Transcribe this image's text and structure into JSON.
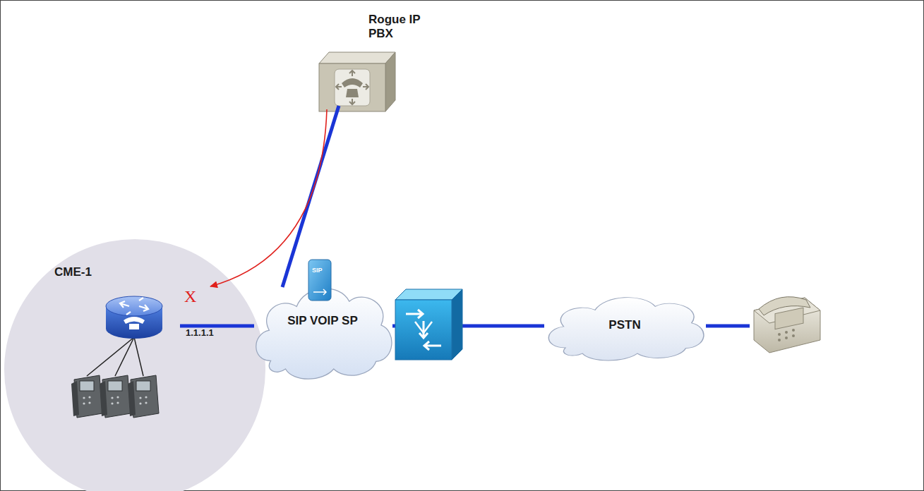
{
  "diagram": {
    "nodes": [
      {
        "text": [
          "Rogue IP PBX"
        ]
      },
      {
        "text": [
          "CME-1"
        ]
      },
      {
        "text": [
          "SIP VOIP SP"
        ]
      },
      {
        "text": [
          "PSTN"
        ]
      }
    ],
    "edges": [
      {
        "from": 0,
        "to": 2,
        "arrow": "none"
      },
      {
        "from": 1,
        "to": 2,
        "arrow": "none"
      },
      {
        "from": 0,
        "to": 1,
        "arrow": "to"
      },
      {
        "from": 2,
        "to": 3,
        "arrow": "none"
      }
    ],
    "labels": [
      "1.1.1.1",
      "X",
      "SIP"
    ]
  }
}
